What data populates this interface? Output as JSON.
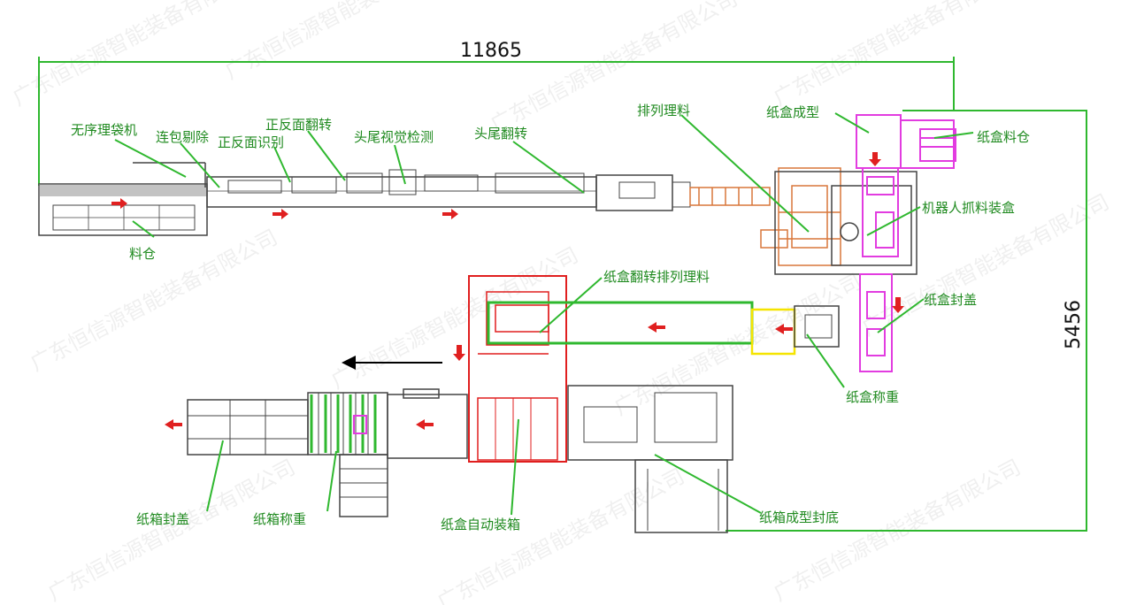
{
  "dimensions": {
    "width_mm": "11865",
    "height_mm": "5456"
  },
  "labels": {
    "unordered_bag_sorter": "无序理袋机",
    "material_bin": "料仓",
    "linked_bag_reject": "连包剔除",
    "front_back_recognition": "正反面识别",
    "front_back_flip": "正反面翻转",
    "head_tail_vision": "头尾视觉检测",
    "head_tail_flip": "头尾翻转",
    "arrange_material": "排列理料",
    "carton_forming": "纸盒成型",
    "carton_magazine": "纸盒料仓",
    "robot_pick_pack": "机器人抓料装盒",
    "carton_sealing": "纸盒封盖",
    "carton_flip_arrange": "纸盒翻转排列理料",
    "carton_weighing": "纸盒称重",
    "case_forming_bottom_seal": "纸箱成型封底",
    "auto_carton_casing": "纸盒自动装箱",
    "case_weighing": "纸箱称重",
    "case_sealing": "纸箱封盖"
  },
  "watermark": "广东恒信源智能装备有限公司",
  "colors": {
    "line_green": "#2fb82f",
    "label_green": "#1f8a1f",
    "arrow_red": "#e02020",
    "orange_module": "#d9773a",
    "magenta_module": "#e23ce0",
    "red_module": "#e01f1f",
    "yellow_module": "#f5e400",
    "machine_gray": "#444444"
  }
}
